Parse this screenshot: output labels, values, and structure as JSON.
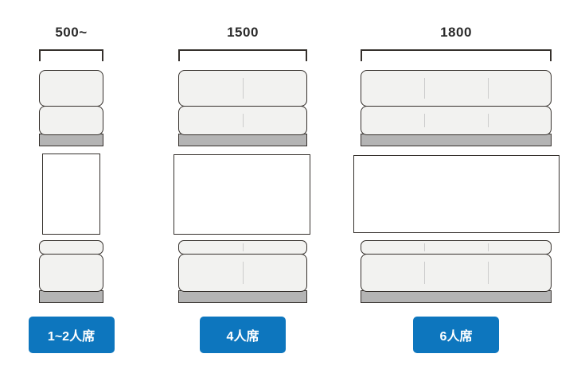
{
  "diagram": {
    "description_texts": {
      "dimension_small": "500~",
      "dimension_medium": "1500",
      "dimension_large": "1800",
      "seat_small": "1~2人席",
      "seat_medium": "4人席",
      "seat_large": "6人席"
    },
    "colors": {
      "accent_blue": "#0d76be",
      "label_text": "#ffffff",
      "cushion_fill": "#f2f2f0",
      "sofa_base_gray": "#b4b4b4",
      "outline": "#35302c",
      "divider": "#cccccc",
      "dimension_text": "#2b2b2b"
    },
    "columns": [
      {
        "id": "small",
        "dimension_label": "500~",
        "seat_label": "1~2人席",
        "seat_sections": 1
      },
      {
        "id": "medium",
        "dimension_label": "1500",
        "seat_label": "4人席",
        "seat_sections": 2
      },
      {
        "id": "large",
        "dimension_label": "1800",
        "seat_label": "6人席",
        "seat_sections": 3
      }
    ]
  }
}
